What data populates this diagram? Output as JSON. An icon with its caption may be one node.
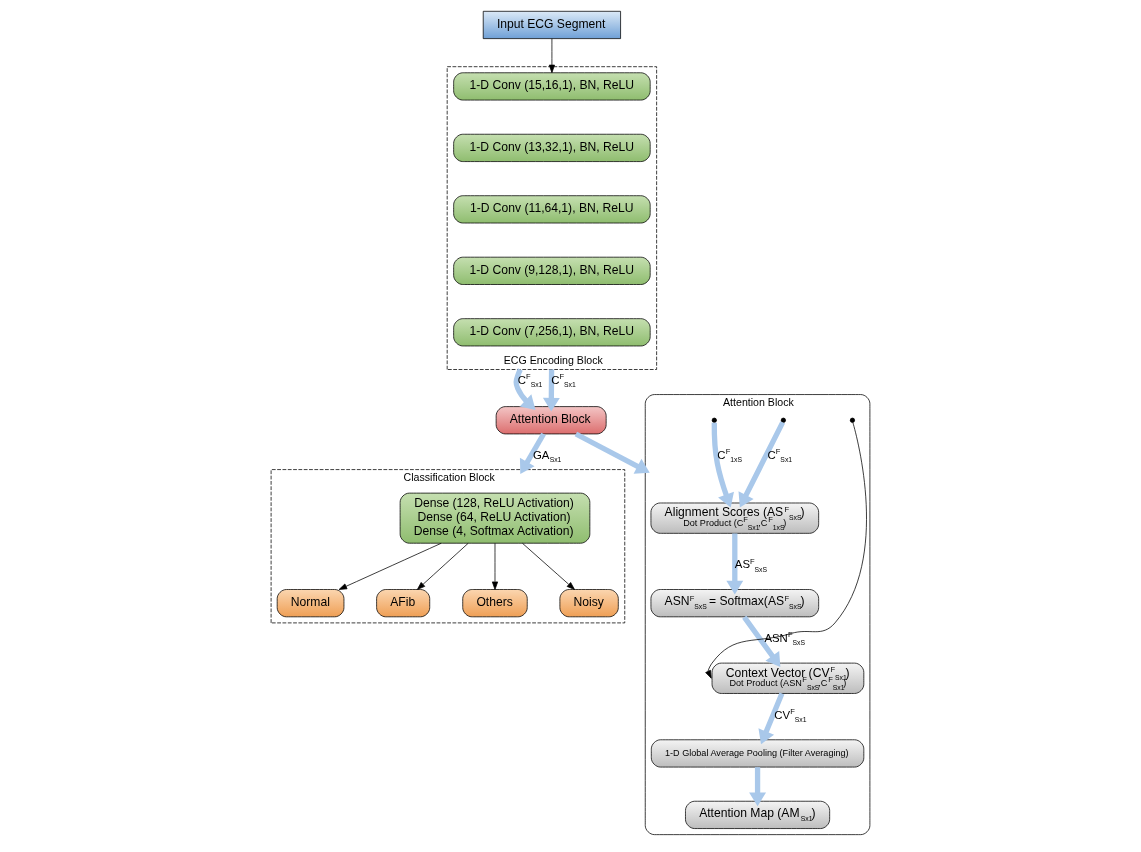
{
  "diagram": {
    "nodes": [
      {
        "text": [
          "Input ECG Segment"
        ]
      },
      {
        "text": [
          "ECG Encoding Block"
        ]
      },
      {
        "text": [
          "1-D Conv (15,16,1), BN, ReLU"
        ],
        "in": 1
      },
      {
        "text": [
          "1-D Conv (13,32,1), BN, ReLU"
        ],
        "in": 1
      },
      {
        "text": [
          "1-D Conv (11,64,1), BN, ReLU"
        ],
        "in": 1
      },
      {
        "text": [
          "1-D Conv (9,128,1), BN, ReLU"
        ],
        "in": 1
      },
      {
        "text": [
          "1-D Conv (7,256,1), BN, ReLU"
        ],
        "in": 1
      },
      {
        "text": [
          "Attention Block"
        ]
      },
      {
        "text": [
          "Classification Block"
        ]
      },
      {
        "text": [
          "Dense (128, ReLU Activation)",
          "Dense (64, ReLU Activation)",
          "Dense (4, Softmax Activation)"
        ],
        "in": 8
      },
      {
        "text": [
          "Normal"
        ],
        "in": 8
      },
      {
        "text": [
          "AFib"
        ],
        "in": 8
      },
      {
        "text": [
          "Others"
        ],
        "in": 8
      },
      {
        "text": [
          "Noisy"
        ],
        "in": 8
      },
      {
        "text": [
          "Attention Block"
        ]
      },
      {
        "text": [
          "Alignment Scores (AS$^{F}$$_{SxS}$)",
          "Dot Product (C$^{F}$$_{Sx1}$,C$^{F}$$_{1xS}$)"
        ],
        "in": 14
      },
      {
        "text": [
          "ASN$^{F}$$_{SxS}$ = Softmax(AS$^{F}$$_{SxS}$)"
        ],
        "in": 14
      },
      {
        "text": [
          "Context Vector (CV$^{F}$$_{Sx1}$)",
          "Dot Product (ASN$^{F}$$_{SxS}$,C$^{F}$$_{Sx1}$)"
        ],
        "in": 14
      },
      {
        "text": [
          "1-D Global Average Pooling (Filter Averaging)"
        ],
        "in": 14
      },
      {
        "text": [
          "Attention Map (AM$_{Sx1}$)"
        ],
        "in": 14
      }
    ],
    "edges": [
      {
        "from": 0,
        "to": 2,
        "arrow": "to",
        "color": "#000000"
      },
      {
        "from": 1,
        "to": 7,
        "arrow": "to",
        "label": "C$^{F}$$_{Sx1}$"
      },
      {
        "from": 1,
        "to": 7,
        "arrow": "to",
        "label": "C$^{F}$$_{Sx1}$"
      },
      {
        "from": 7,
        "to": 8,
        "arrow": "to",
        "label": "GA$_{Sx1}$"
      },
      {
        "from": 7,
        "to": 14,
        "arrow": "to"
      },
      {
        "from": 9,
        "to": 10,
        "arrow": "to",
        "color": "#000000"
      },
      {
        "from": 9,
        "to": 11,
        "arrow": "to",
        "color": "#000000"
      },
      {
        "from": 9,
        "to": 12,
        "arrow": "to",
        "color": "#000000"
      },
      {
        "from": 9,
        "to": 13,
        "arrow": "to",
        "color": "#000000"
      },
      {
        "from": null,
        "to": 15,
        "arrow": "to",
        "label": "C$^{F}$$_{Sx1}$"
      },
      {
        "from": null,
        "to": 15,
        "arrow": "to",
        "label": "C$^{F}$$_{1xS}$"
      },
      {
        "from": null,
        "to": 17,
        "arrow": "to",
        "color": "#000000"
      },
      {
        "from": 15,
        "to": 16,
        "arrow": "to",
        "label": "AS$^{F}$$_{SxS}$"
      },
      {
        "from": 16,
        "to": 17,
        "arrow": "to",
        "label": "ASN$^{F}$$_{SxS}$"
      },
      {
        "from": 17,
        "to": 18,
        "arrow": "to",
        "label": "CV$^{F}$$_{Sx1}$"
      },
      {
        "from": 18,
        "to": 19,
        "arrow": "to"
      }
    ]
  }
}
